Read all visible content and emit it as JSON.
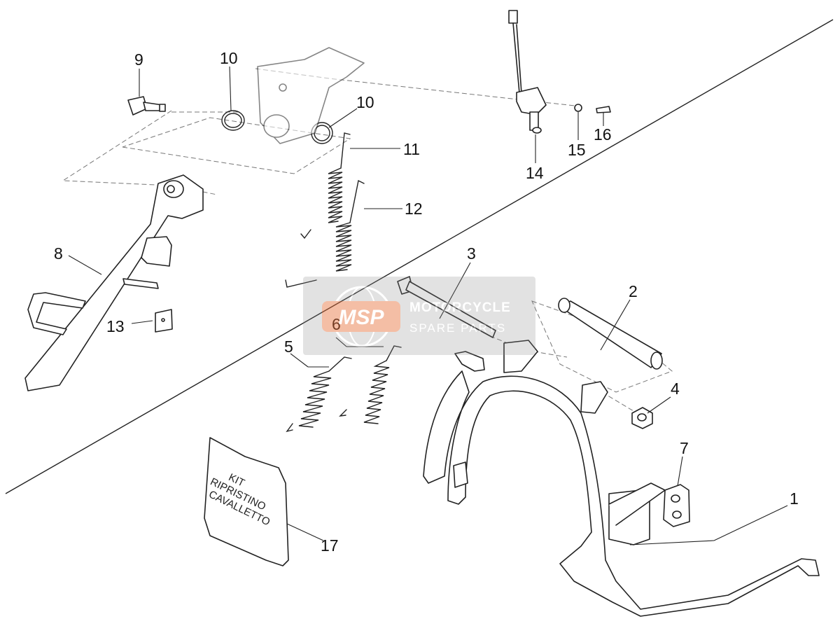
{
  "callouts": {
    "c1": "1",
    "c2": "2",
    "c3": "3",
    "c4": "4",
    "c5": "5",
    "c6": "6",
    "c7": "7",
    "c8": "8",
    "c9": "9",
    "c10a": "10",
    "c10b": "10",
    "c11": "11",
    "c12": "12",
    "c13": "13",
    "c14": "14",
    "c15": "15",
    "c16": "16",
    "c17": "17"
  },
  "kit_label": {
    "line1": "KIT",
    "line2": "RIPRISTINO",
    "line3": "CAVALLETTO"
  },
  "watermark": {
    "logo": "MSP",
    "line1": "MOTORCYCLE",
    "line2": "SPARE PARTS"
  },
  "colors": {
    "watermark_orange": "#e8703a",
    "watermark_gray": "#8a8a8a"
  }
}
